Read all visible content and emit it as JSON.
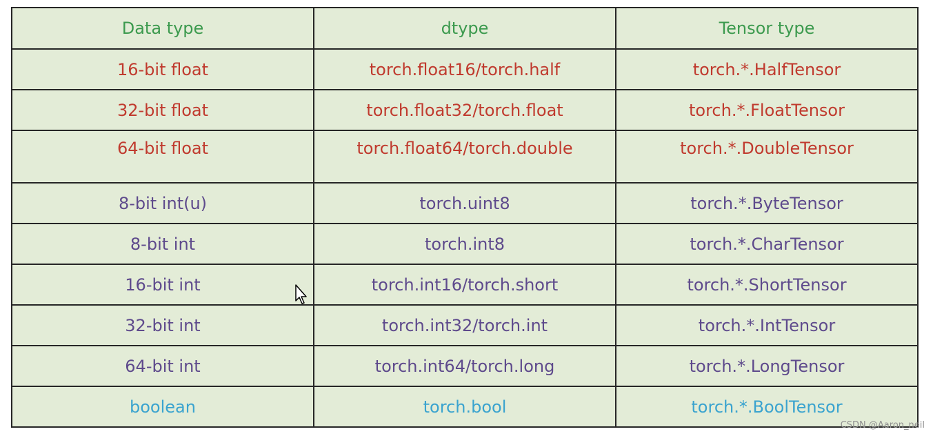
{
  "table": {
    "headers": [
      "Data type",
      "dtype",
      "Tensor type"
    ],
    "rows": [
      {
        "group": "float",
        "cells": [
          "16-bit float",
          "torch.float16/torch.half",
          "torch.*.HalfTensor"
        ]
      },
      {
        "group": "float",
        "cells": [
          "32-bit float",
          "torch.float32/torch.float",
          "torch.*.FloatTensor"
        ]
      },
      {
        "group": "float",
        "cells": [
          "64-bit float",
          "torch.float64/torch.double",
          "torch.*.DoubleTensor"
        ]
      },
      {
        "group": "int",
        "cells": [
          "8-bit int(u)",
          "torch.uint8",
          "torch.*.ByteTensor"
        ]
      },
      {
        "group": "int",
        "cells": [
          "8-bit int",
          "torch.int8",
          "torch.*.CharTensor"
        ]
      },
      {
        "group": "int",
        "cells": [
          "16-bit int",
          "torch.int16/torch.short",
          "torch.*.ShortTensor"
        ]
      },
      {
        "group": "int",
        "cells": [
          "32-bit int",
          "torch.int32/torch.int",
          "torch.*.IntTensor"
        ]
      },
      {
        "group": "int",
        "cells": [
          "64-bit int",
          "torch.int64/torch.long",
          "torch.*.LongTensor"
        ]
      },
      {
        "group": "bool",
        "cells": [
          "boolean",
          "torch.bool",
          "torch.*.BoolTensor"
        ]
      }
    ]
  },
  "colors": {
    "table_background": "#e3ecd7",
    "header_text": "#3c9a4e",
    "float_text": "#c03a2e",
    "int_text": "#5e4a8c",
    "bool_text": "#3aa3cf",
    "border": "#262626"
  },
  "icons": {
    "cursor": "mouse-pointer-icon"
  },
  "watermark": "CSDN @Aaron_neil"
}
